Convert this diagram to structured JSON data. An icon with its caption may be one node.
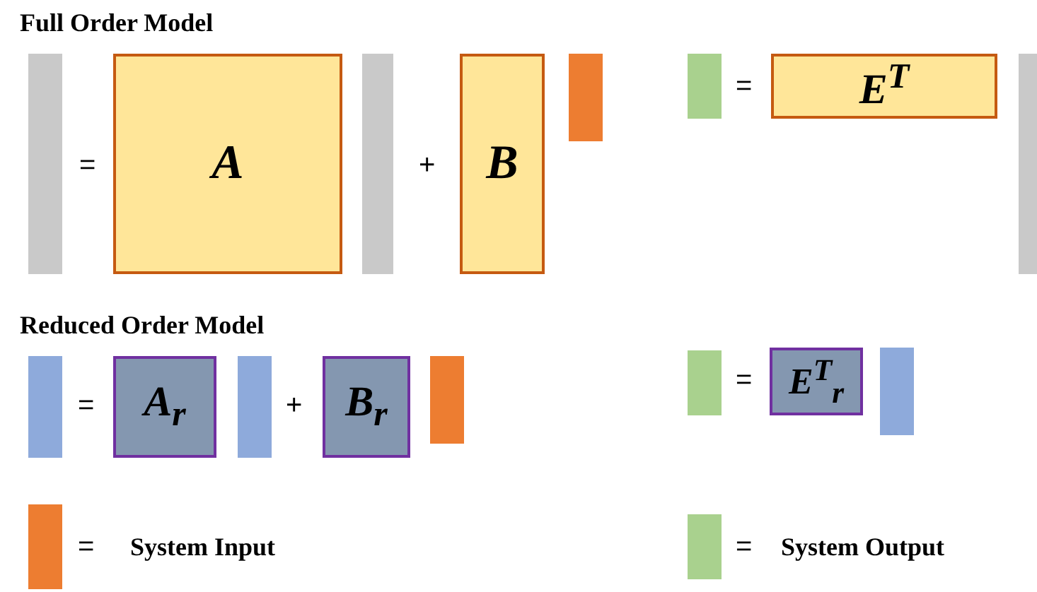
{
  "diagram": {
    "nodes": [
      {
        "text": [],
        "shape": "bar"
      },
      {
        "text": [
          "A"
        ]
      },
      {
        "text": [],
        "shape": "bar"
      },
      {
        "text": [
          "B"
        ]
      },
      {
        "text": [],
        "shape": "bar"
      },
      {
        "text": [],
        "shape": "bar"
      },
      {
        "text": [
          "E$^{T}$"
        ]
      },
      {
        "text": [],
        "shape": "bar"
      },
      {
        "text": [],
        "shape": "bar"
      },
      {
        "text": [
          "A$_{r}$"
        ]
      },
      {
        "text": [],
        "shape": "bar"
      },
      {
        "text": [
          "B$_{r}$"
        ]
      },
      {
        "text": [],
        "shape": "bar"
      },
      {
        "text": [],
        "shape": "bar"
      },
      {
        "text": [
          "E$^{T}$$_{r}$"
        ]
      },
      {
        "text": [],
        "shape": "bar"
      }
    ],
    "edges": [],
    "labels": [
      "Full Order Model",
      "=",
      "+",
      "=",
      "Reduced Order Model",
      "=",
      "+",
      "=",
      "=",
      "="
    ],
    "legend": [
      {
        "text": "System Input",
        "color": "#ed7d31"
      },
      {
        "text": "System Output",
        "color": "#a9d18e"
      }
    ]
  }
}
